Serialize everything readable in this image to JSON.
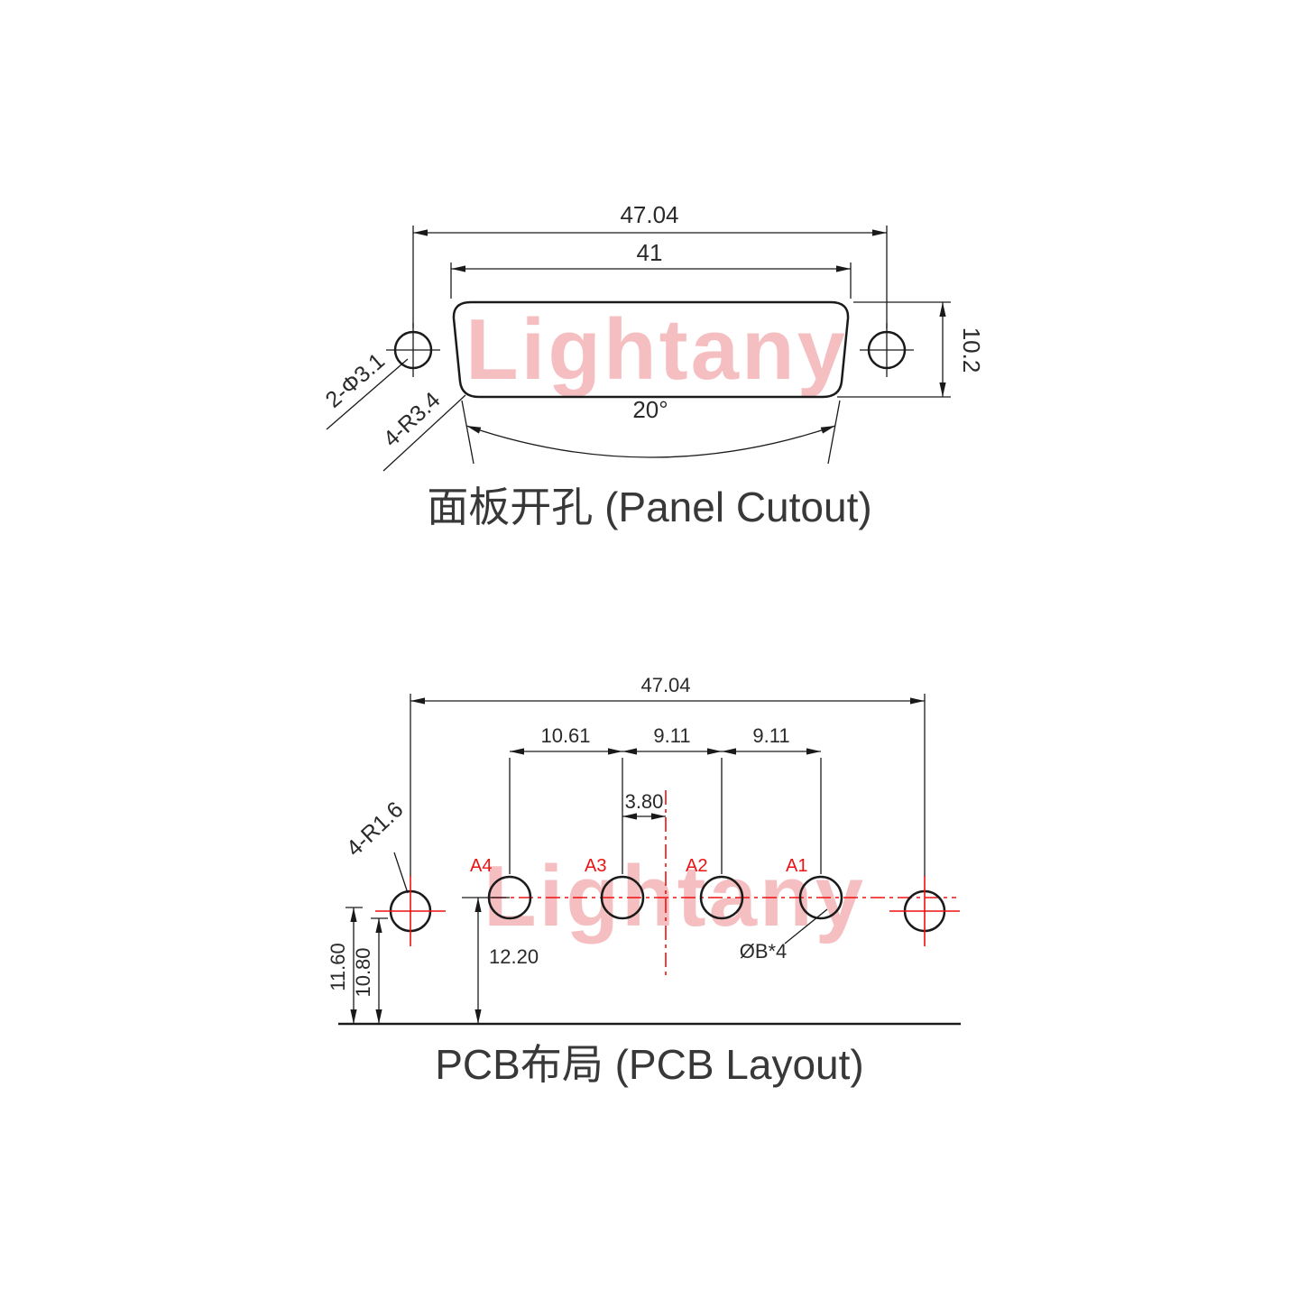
{
  "colors": {
    "line": "#1a1a1a",
    "accent": "#ee1111",
    "watermark": "#f5bfc1",
    "title_text": "#383838",
    "dim_text": "#2a2a2a"
  },
  "watermark": {
    "text": "Lightany"
  },
  "panel_cutout": {
    "title": "面板开孔 (Panel Cutout)",
    "dim_width_outer": "47.04",
    "dim_width_inner": "41",
    "dim_height": "10.2",
    "dim_angle": "20°",
    "label_mount_holes": "2-Φ3.1",
    "label_corner_radius": "4-R3.4"
  },
  "pcb_layout": {
    "title": "PCB布局 (PCB Layout)",
    "dim_width_outer": "47.04",
    "dim_pitch_1": "10.61",
    "dim_pitch_2": "9.11",
    "dim_pitch_3": "9.11",
    "dim_center_offset": "3.80",
    "dim_height_a": "11.60",
    "dim_height_b": "10.80",
    "dim_height_c": "12.20",
    "label_corner_radius": "4-R1.6",
    "label_hole_diameter": "ØB*4",
    "pin_labels": [
      "A4",
      "A3",
      "A2",
      "A1"
    ]
  }
}
